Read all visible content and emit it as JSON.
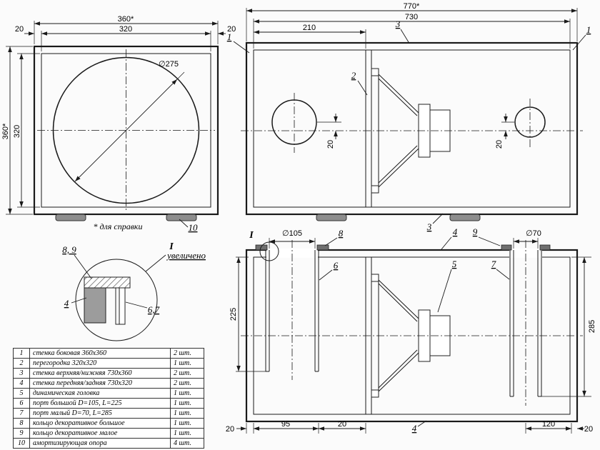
{
  "front_view": {
    "dim_width_total": "360*",
    "dim_width_inner": "320",
    "dim_wall_left": "20",
    "dim_wall_right": "20",
    "dim_height_total": "360*",
    "dim_height_inner": "320",
    "dim_speaker_diameter": "∅275",
    "label_foot": "10",
    "note": "* для справки"
  },
  "side_view": {
    "dim_length_total": "770*",
    "dim_length_inner": "730",
    "dim_partition_offset": "210",
    "dim_big_port_offset": "20",
    "dim_small_port_offset": "20",
    "label_side_wall_left": "1",
    "label_side_wall_right": "1",
    "label_top_wall": "3",
    "label_partition": "2",
    "label_bottom_wall": "3"
  },
  "plan_view": {
    "label_detail_mark": "I",
    "dim_big_port_diameter": "∅105",
    "label_ring_big": "8",
    "label_front_wall_top": "4",
    "label_ring_small": "9",
    "dim_small_port_diameter": "∅70",
    "dim_big_port_length": "225",
    "dim_small_port_length": "285",
    "label_big_port": "6",
    "label_speaker": "5",
    "label_small_port": "7",
    "dim_bottom_wall_left": "20",
    "dim_big_port_position": "95",
    "dim_big_port_to_partition": "20",
    "label_front_wall_bottom": "4",
    "dim_small_port_position": "120",
    "dim_bottom_wall_right": "20"
  },
  "detail_view": {
    "label_rings": "8, 9",
    "label_wall": "4",
    "label_ports": "6,7",
    "label_mark": "I",
    "caption": "увеличено"
  },
  "parts_table": {
    "rows": [
      {
        "num": "1",
        "name": "стенка боковая 360х360",
        "qty": "2 шт."
      },
      {
        "num": "2",
        "name": "перегородка  320х320",
        "qty": "1 шт."
      },
      {
        "num": "3",
        "name": "стенка верхняя/нижняя  730х360",
        "qty": "2 шт."
      },
      {
        "num": "4",
        "name": "стенка передняя/задняя 730х320",
        "qty": "2 шт."
      },
      {
        "num": "5",
        "name": "динамическая головка",
        "qty": "1 шт."
      },
      {
        "num": "6",
        "name": "порт большой D=105, L=225",
        "qty": "1 шт."
      },
      {
        "num": "7",
        "name": "порт малый D=70, L=285",
        "qty": "1 шт."
      },
      {
        "num": "8",
        "name": "кольцо декоративное большое",
        "qty": "1 шт."
      },
      {
        "num": "9",
        "name": "кольцо декоративное малое",
        "qty": "1 шт."
      },
      {
        "num": "10",
        "name": "амортизирующая опора",
        "qty": "4 шт."
      }
    ]
  }
}
